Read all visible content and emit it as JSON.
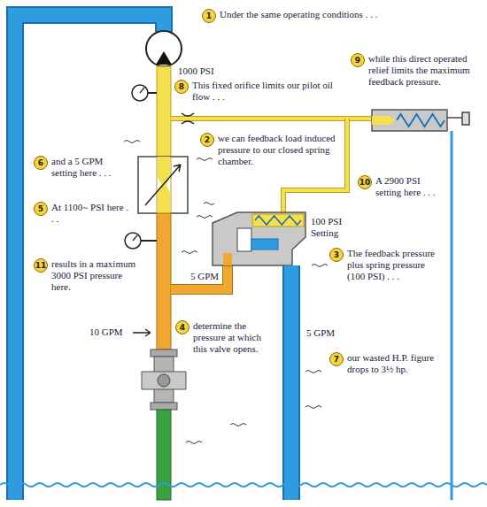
{
  "diagram": {
    "nodes": [
      {
        "text": [
          "1",
          "Under the same operating conditions . . ."
        ]
      },
      {
        "text": [
          "2",
          "we can feedback load induced pressure to our closed spring chamber."
        ]
      },
      {
        "text": [
          "3",
          "The feedback pressure plus spring pressure (100 PSI) . . ."
        ]
      },
      {
        "text": [
          "4",
          "determine the pressure at which this valve opens."
        ]
      },
      {
        "text": [
          "5",
          "At 1100~ PSI here . . ."
        ]
      },
      {
        "text": [
          "6",
          "and a 5 GPM setting here . . ."
        ]
      },
      {
        "text": [
          "7",
          "our wasted H.P. figure drops to 3½ hp."
        ]
      },
      {
        "text": [
          "8",
          "This fixed orifice limits our pilot oil flow . . ."
        ]
      },
      {
        "text": [
          "9",
          "while this direct operated relief limits the maximum feedback pressure."
        ]
      },
      {
        "text": [
          "10",
          "A 2900 PSI setting here . . ."
        ]
      },
      {
        "text": [
          "11",
          "results in a maximum 3000 PSI pressure here."
        ]
      }
    ],
    "labels": [
      "1000 PSI",
      "100 PSI Setting",
      "5 GPM",
      "10 GPM",
      "5 GPM"
    ]
  }
}
